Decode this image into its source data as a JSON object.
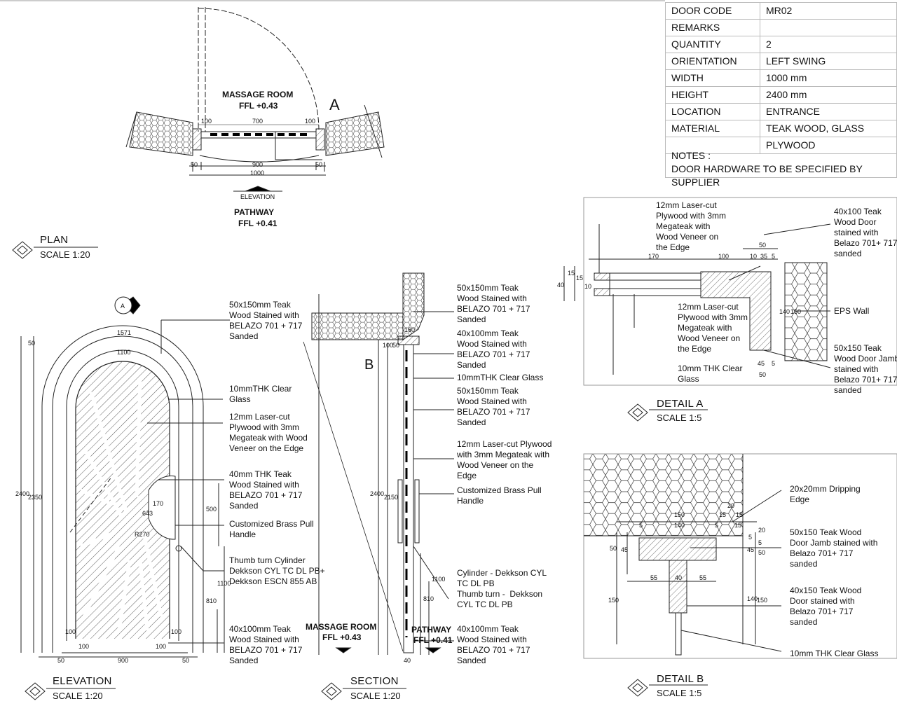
{
  "schedule": {
    "rows": [
      {
        "label": "DOOR CODE",
        "value": "MR02"
      },
      {
        "label": "REMARKS",
        "value": ""
      },
      {
        "label": "QUANTITY",
        "value": "2"
      },
      {
        "label": "ORIENTATION",
        "value": "LEFT SWING"
      },
      {
        "label": "WIDTH",
        "value": "1000 mm"
      },
      {
        "label": "HEIGHT",
        "value": "2400 mm"
      },
      {
        "label": "LOCATION",
        "value": "ENTRANCE"
      },
      {
        "label": "MATERIAL",
        "value": "TEAK WOOD, GLASS"
      },
      {
        "label": "",
        "value": "PLYWOOD"
      }
    ],
    "notes_label": "NOTES :",
    "notes_text": "DOOR HARDWARE TO BE SPECIFIED BY SUPPLIER"
  },
  "plan": {
    "title": "PLAN",
    "scale": "SCALE 1:20",
    "room_label": "MASSAGE ROOM",
    "room_ffl": "FFL +0.43",
    "path_label": "PATHWAY",
    "path_ffl": "FFL +0.41",
    "elevation_tag": "ELEVATION",
    "section_mark": "A",
    "dims": {
      "d100a": "100",
      "d700": "700",
      "d100b": "100",
      "d50a": "50",
      "d900": "900",
      "d50b": "50",
      "d1000": "1000"
    }
  },
  "elevation": {
    "title": "ELEVATION",
    "scale": "SCALE 1:20",
    "tag": "A",
    "dims": {
      "d1571": "1571",
      "d1100": "1100",
      "d50": "50",
      "d2400": "2400",
      "d2350": "2350",
      "d170": "170",
      "d643": "643",
      "r270": "R270",
      "d500": "500",
      "d1100v": "1100",
      "d810": "810",
      "d100l": "100",
      "d100r": "100",
      "d100b1": "100",
      "d100b2": "100",
      "d50l": "50",
      "d900": "900",
      "d50r": "50"
    },
    "notes": {
      "n1": "50x150mm Teak\nWood Stained with\nBELAZO 701 + 717\nSanded",
      "n2": "10mmTHK Clear\nGlass",
      "n3": "12mm Laser-cut\nPlywood with 3mm\nMegateak with Wood\nVeneer on the Edge",
      "n4": "40mm THK Teak\nWood Stained with\nBELAZO 701 + 717\nSanded",
      "n5": "Customized Brass Pull\nHandle",
      "n6": "Thumb turn Cylinder\nDekkson CYL TC DL PB+\nDekkson ESCN 855 AB",
      "n7": "40x100mm Teak\nWood Stained with\nBELAZO 701 + 717\nSanded"
    }
  },
  "section": {
    "title": "SECTION",
    "scale": "SCALE 1:20",
    "mark": "B",
    "room_label": "MASSAGE ROOM",
    "room_ffl": "FFL +0.43",
    "path_label": "PATHWAY",
    "path_ffl": "FFL +0.41",
    "dims": {
      "d100": "100",
      "d50": "50",
      "d160": "160",
      "d2400": "2400",
      "d2150": "2150",
      "d1100": "1100",
      "d810": "810",
      "d40": "40"
    },
    "notes": {
      "n1": "50x150mm Teak\nWood Stained with\nBELAZO 701 + 717\nSanded",
      "n2": "40x100mm Teak\nWood Stained with\nBELAZO 701 + 717\nSanded",
      "n3": "10mmTHK Clear Glass",
      "n4": "50x150mm Teak\nWood Stained with\nBELAZO 701 + 717\nSanded",
      "n5": "12mm Laser-cut Plywood\nwith 3mm Megateak with\nWood Veneer on the\nEdge",
      "n6": "Customized Brass Pull\nHandle",
      "n7": "Cylinder - Dekkson CYL\nTC DL PB\nThumb turn -  Dekkson\nCYL TC DL PB",
      "n8": "40x100mm Teak\nWood Stained with\nBELAZO 701 + 717\nSanded"
    }
  },
  "detail_a": {
    "title": "DETAIL A",
    "scale": "SCALE 1:5",
    "dims": {
      "d170": "170",
      "d100": "100",
      "d50": "50",
      "d10": "10",
      "d35": "35",
      "d5": "5",
      "d40": "40",
      "d15a": "15",
      "d15b": "15",
      "d10v": "10",
      "d140": "140",
      "d150": "150",
      "d45": "45",
      "d5b": "5",
      "d50b": "50"
    },
    "notes": {
      "n1": "12mm Laser-cut\nPlywood with 3mm\nMegateak with\nWood Veneer on\nthe Edge",
      "n2": "40x100 Teak\nWood Door\nstained with\nBelazo 701+ 717\nsanded",
      "n3": "12mm Laser-cut\nPlywood with 3mm\nMegateak with\nWood Veneer on\nthe Edge",
      "n4": "EPS Wall",
      "n5": "10mm THK Clear\nGlass",
      "n6": "50x150 Teak\nWood Door Jamb\nstained with\nBelazo 701+ 717\nsanded"
    }
  },
  "detail_b": {
    "title": "DETAIL B",
    "scale": "SCALE 1:5",
    "dims": {
      "d20": "20",
      "d15a": "15",
      "d150": "150",
      "d15b": "15",
      "d15c": "15",
      "d5a": "5",
      "d140": "140",
      "d5b": "5",
      "d5c": "5",
      "d20v": "20",
      "d50": "50",
      "d45": "45",
      "d45r": "45",
      "d5r": "5",
      "d50r": "50",
      "d55a": "55",
      "d40": "40",
      "d55b": "55",
      "d150v": "150",
      "d140v": "140",
      "d150r": "150"
    },
    "notes": {
      "n1": "20x20mm Dripping\nEdge",
      "n2": "50x150 Teak Wood\nDoor Jamb stained with\nBelazo 701+ 717\nsanded",
      "n3": "40x150 Teak Wood\nDoor stained with\nBelazo 701+ 717\nsanded",
      "n4": "10mm THK Clear Glass"
    }
  }
}
